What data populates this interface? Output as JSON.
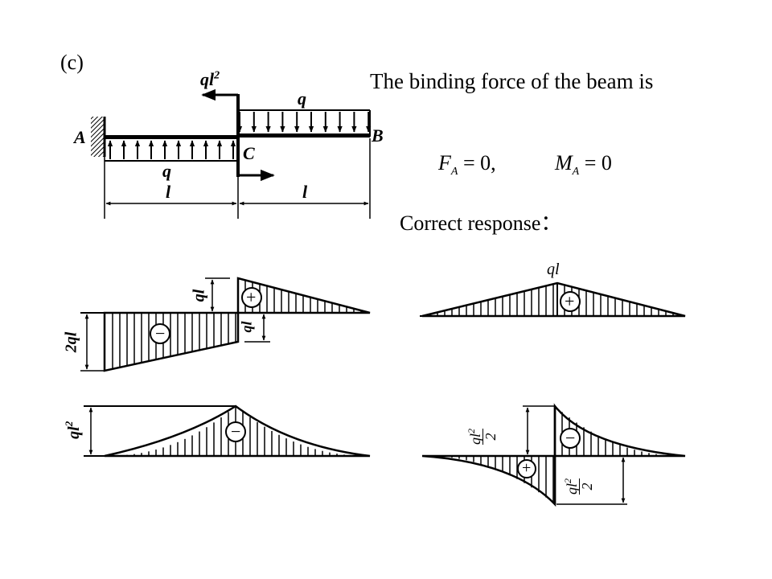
{
  "part_label": "(c)",
  "heading": "The binding force of the beam is",
  "equations": {
    "fa": {
      "symbol": "F",
      "subscript": "A",
      "rhs": "= 0,"
    },
    "ma": {
      "symbol": "M",
      "subscript": "A",
      "rhs": "= 0"
    }
  },
  "answer_label": "Correct response：",
  "beam": {
    "points": {
      "a": "A",
      "b": "B",
      "c": "C"
    },
    "couple_label": "ql",
    "couple_exp": "2",
    "load_top": "q",
    "load_bottom": "q",
    "span_left": "l",
    "span_right": "l"
  },
  "diagrams": {
    "shear_left": {
      "dim_top": "ql",
      "dim_low": "ql",
      "dim_big": "2ql",
      "sign_pos": "+",
      "sign_neg": "−"
    },
    "shear_right": {
      "peak": "ql",
      "sign": "+"
    },
    "moment_left": {
      "dim": "ql",
      "dim_exp": "2",
      "sign": "−"
    },
    "moment_right": {
      "dim_top_num": "ql",
      "dim_top_exp": "2",
      "dim_top_den": "2",
      "dim_bot_num": "ql",
      "dim_bot_exp": "2",
      "dim_bot_den": "2",
      "sign_pos": "+",
      "sign_neg": "−"
    }
  }
}
